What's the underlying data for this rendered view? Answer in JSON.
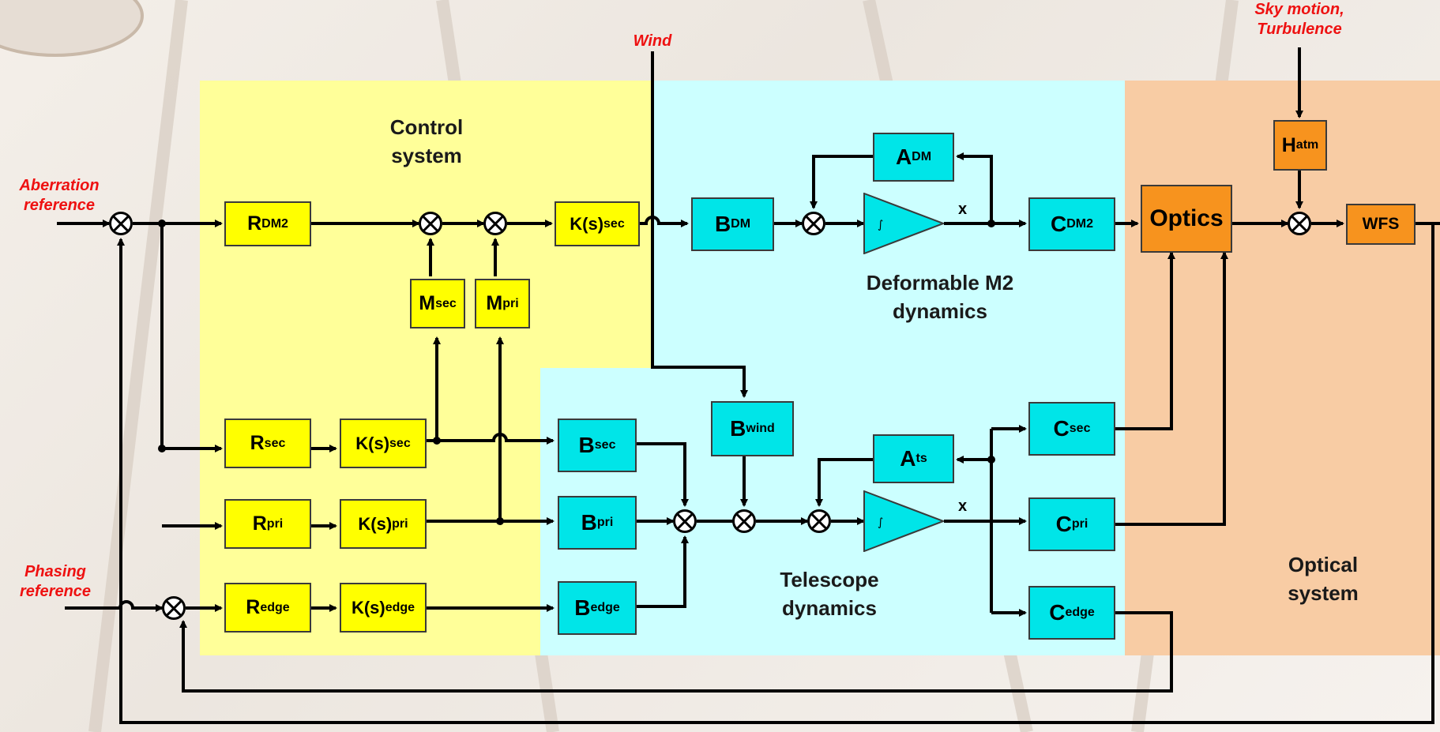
{
  "colors": {
    "control_bg": "#ffff99",
    "telescope_bg": "#ccffff",
    "optical_bg": "#f8cca4",
    "control_block": "#ffff00",
    "telescope_block": "#00e5e8",
    "optical_block": "#f7931e",
    "input_label": "#ee1111"
  },
  "inputs": {
    "wind": "Wind",
    "sky_motion_line1": "Sky motion,",
    "sky_motion_line2": "Turbulence",
    "aberration_line1": "Aberration",
    "aberration_line2": "reference",
    "phasing_line1": "Phasing",
    "phasing_line2": "reference"
  },
  "regions": {
    "control_line1": "Control",
    "control_line2": "system",
    "deformable_line1": "Deformable M2",
    "deformable_line2": "dynamics",
    "telescope_line1": "Telescope",
    "telescope_line2": "dynamics",
    "optical_line1": "Optical",
    "optical_line2": "system"
  },
  "blocks": {
    "r_dm2": {
      "base": "R",
      "sub": "DM2"
    },
    "m_sec": {
      "base": "M",
      "sub": "sec"
    },
    "m_pri": {
      "base": "M",
      "sub": "pri"
    },
    "k_sec_top": {
      "base": "K(s)",
      "sub": "sec"
    },
    "r_sec": {
      "base": "R",
      "sub": "sec"
    },
    "k_sec": {
      "base": "K(s)",
      "sub": "sec"
    },
    "r_pri": {
      "base": "R",
      "sub": "pri"
    },
    "k_pri": {
      "base": "K(s)",
      "sub": "pri"
    },
    "r_edge": {
      "base": "R",
      "sub": "edge"
    },
    "k_edge": {
      "base": "K(s)",
      "sub": "edge"
    },
    "b_dm": {
      "base": "B",
      "sub": "DM"
    },
    "a_dm": {
      "base": "A",
      "sub": "DM"
    },
    "c_dm2": {
      "base": "C",
      "sub": "DM2"
    },
    "b_wind": {
      "base": "B",
      "sub": "wind"
    },
    "b_sec": {
      "base": "B",
      "sub": "sec"
    },
    "b_pri": {
      "base": "B",
      "sub": "pri"
    },
    "b_edge": {
      "base": "B",
      "sub": "edge"
    },
    "a_ts": {
      "base": "A",
      "sub": "ts"
    },
    "c_sec": {
      "base": "C",
      "sub": "sec"
    },
    "c_pri": {
      "base": "C",
      "sub": "pri"
    },
    "c_edge": {
      "base": "C",
      "sub": "edge"
    },
    "h_atm": {
      "base": "H",
      "sub": "atm"
    },
    "optics": {
      "base": "Optics",
      "sub": ""
    },
    "wfs": {
      "base": "WFS",
      "sub": ""
    }
  },
  "state_labels": {
    "dm_state": "x",
    "ts_state": "x"
  },
  "integrator_symbol": "∫"
}
